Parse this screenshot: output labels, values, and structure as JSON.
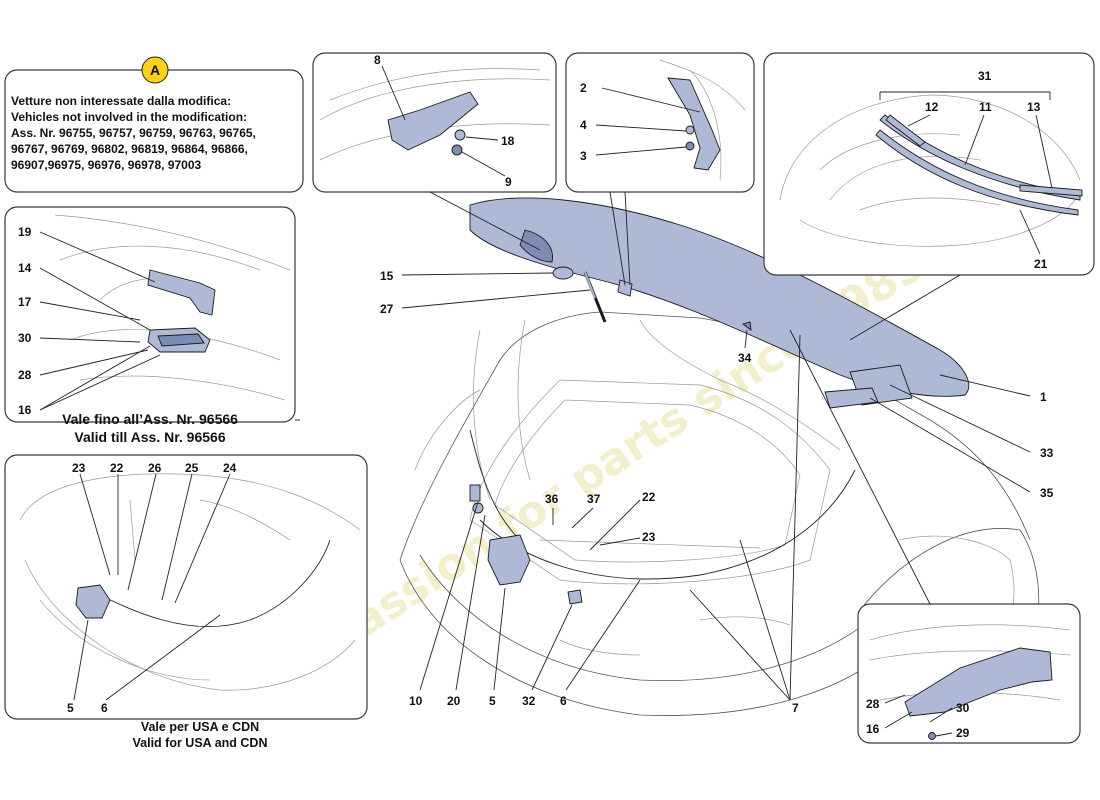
{
  "note_box": {
    "badge": "A",
    "lines": [
      "Vetture non interessate dalla modifica:",
      "Vehicles not involved in the modification:",
      "Ass. Nr. 96755, 96757, 96759, 96763, 96765,",
      "96767, 96769, 96802, 96819, 96864, 96866,",
      "96907,96975, 96976, 96978, 97003"
    ]
  },
  "captions": {
    "left_mid_it": "Vale fino all’Ass. Nr. 96566",
    "left_mid_en": "Valid till Ass. Nr. 96566",
    "bottom_left_it": "Vale per USA e CDN",
    "bottom_left_en": "Valid for USA and CDN"
  },
  "watermark": "a passion for parts since 1985",
  "part_numbers": {
    "p8": "8",
    "p18": "18",
    "p9": "9",
    "p2": "2",
    "p4": "4",
    "p3": "3",
    "p31": "31",
    "p12": "12",
    "p11": "11",
    "p13": "13",
    "p21": "21",
    "p19": "19",
    "p14": "14",
    "p17": "17",
    "p30a": "30",
    "p28a": "28",
    "p16a": "16",
    "p15": "15",
    "p27": "27",
    "p34": "34",
    "p1": "1",
    "p33": "33",
    "p35": "35",
    "p36": "36",
    "p37": "37",
    "p22b": "22",
    "p23b": "23",
    "p10": "10",
    "p20": "20",
    "p5b": "5",
    "p32": "32",
    "p6b": "6",
    "p7": "7",
    "p23a": "23",
    "p22a": "22",
    "p26": "26",
    "p25": "25",
    "p24": "24",
    "p5a": "5",
    "p6a": "6",
    "p28b": "28",
    "p30b": "30",
    "p16b": "16",
    "p29": "29"
  }
}
